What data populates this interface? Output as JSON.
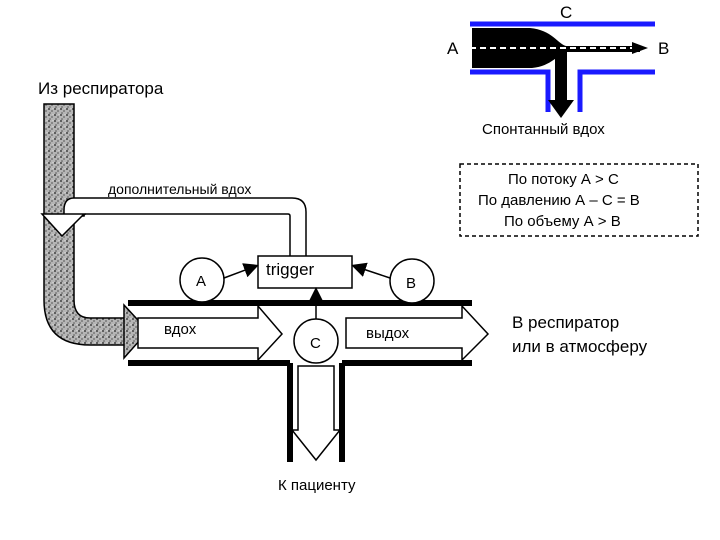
{
  "labels": {
    "inset_c": "С",
    "inset_a": "А",
    "inset_b": "В",
    "from_respirator": "Из респиратора",
    "spontaneous_breath": "Спонтанный вдох",
    "additional_breath": "дополнительный вдох",
    "rule_flow": "По потоку А > С",
    "rule_pressure": "По давлению А – С = В",
    "rule_volume": "По объему А > В",
    "node_a": "А",
    "trigger": "trigger",
    "node_b": "В",
    "inhale": "вдох",
    "node_c": "С",
    "exhale": "выдох",
    "to_respirator_line1": "В респиратор",
    "to_respirator_line2": "или в атмосферу",
    "to_patient": "К пациенту"
  },
  "colors": {
    "tube_blue": "#1a1aff",
    "ink": "#000000",
    "stipple": "#8a8a8a"
  }
}
